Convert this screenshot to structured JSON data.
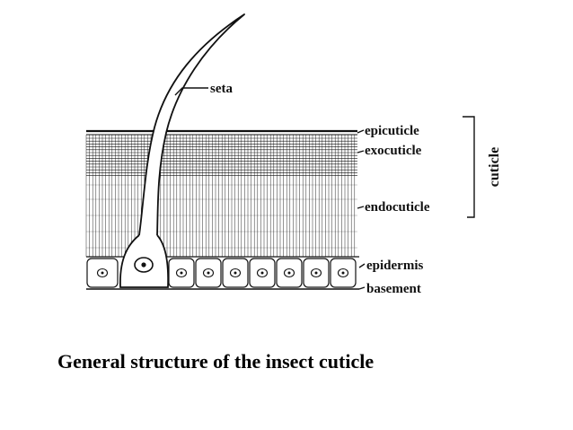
{
  "diagram": {
    "labels": {
      "seta": "seta",
      "epicuticle": "epicuticle",
      "exocuticle": "exocuticle",
      "endocuticle": "endocuticle",
      "epidermis": "epidermis",
      "basement": "basement",
      "cuticle": "cuticle"
    },
    "colors": {
      "ink": "#111111",
      "paper": "#ffffff"
    }
  },
  "caption": "General structure of the insect cuticle"
}
